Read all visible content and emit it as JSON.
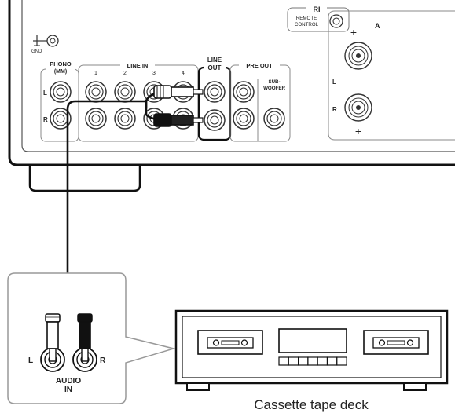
{
  "panel": {
    "gnd": "GND",
    "phono": "PHONO",
    "phono_sub": "(MM)",
    "line_in": "LINE IN",
    "line_in_nums": [
      "1",
      "2",
      "3",
      "4"
    ],
    "line_out_1": "LINE",
    "line_out_2": "OUT",
    "pre_out": "PRE OUT",
    "sub_1": "SUB-",
    "sub_2": "WOOFER",
    "ri": "RI",
    "remote_1": "REMOTE",
    "remote_2": "CONTROL",
    "ch_l": "L",
    "ch_r": "R",
    "plus": "+"
  },
  "inset": {
    "l": "L",
    "r": "R",
    "audio_in_1": "AUDIO",
    "audio_in_2": "IN"
  },
  "deck": {
    "caption": "Cassette tape deck"
  }
}
